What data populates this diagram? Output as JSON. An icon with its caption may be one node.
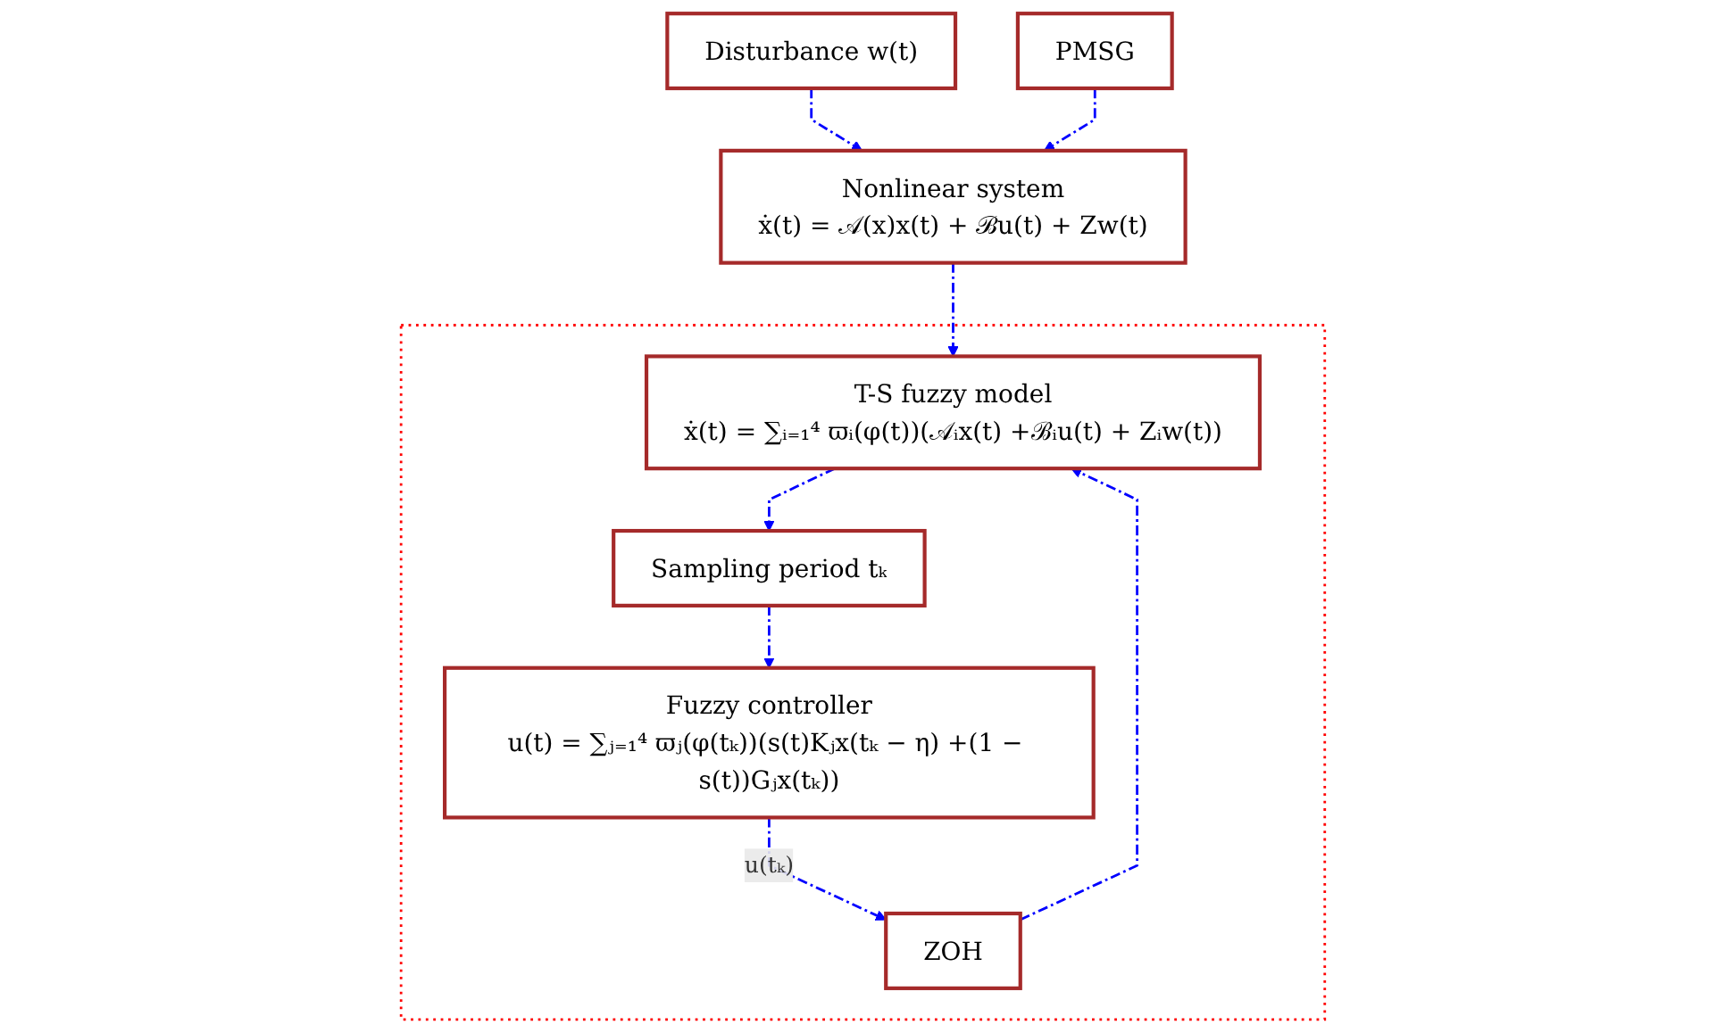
{
  "diagram": {
    "nodes": [
      {
        "text": [
          "Disturbance w(t)"
        ]
      },
      {
        "text": [
          "PMSG"
        ]
      },
      {
        "text": [
          "Nonlinear system",
          "ẋ(t) = 𝒜(x)x(t) + ℬu(t) + Zw(t)"
        ]
      },
      {
        "text": [],
        "shape": "box"
      },
      {
        "text": [
          "T-S fuzzy model",
          "ẋ(t) = ∑ᵢ₌₁⁴ ϖᵢ(φ(t))(𝒜ᵢx(t) +ℬᵢu(t) + Zᵢw(t))"
        ],
        "in": 3
      },
      {
        "text": [
          "Sampling period tₖ"
        ],
        "in": 3
      },
      {
        "text": [
          "Fuzzy controller",
          "u(t) = ∑ⱼ₌₁⁴ ϖⱼ(φ(tₖ))(s(t)Kⱼx(tₖ − η) +(1 − s(t))Gⱼx(tₖ))"
        ],
        "in": 3
      },
      {
        "text": [
          "ZOH"
        ],
        "in": 3
      }
    ],
    "edges": [
      {
        "from": 0,
        "to": 2,
        "arrow": "to",
        "style": "dashed"
      },
      {
        "from": 1,
        "to": 2,
        "arrow": "to",
        "style": "dashed"
      },
      {
        "from": 2,
        "to": 4,
        "arrow": "to",
        "style": "dashed"
      },
      {
        "from": 4,
        "to": 5,
        "arrow": "to",
        "style": "dashed"
      },
      {
        "from": 5,
        "to": 6,
        "arrow": "to",
        "style": "dashed"
      },
      {
        "from": 6,
        "to": 7,
        "arrow": "to",
        "style": "dashed",
        "label": "u(tₖ)"
      },
      {
        "from": 7,
        "to": 4,
        "arrow": "to",
        "style": "dashed"
      }
    ]
  }
}
